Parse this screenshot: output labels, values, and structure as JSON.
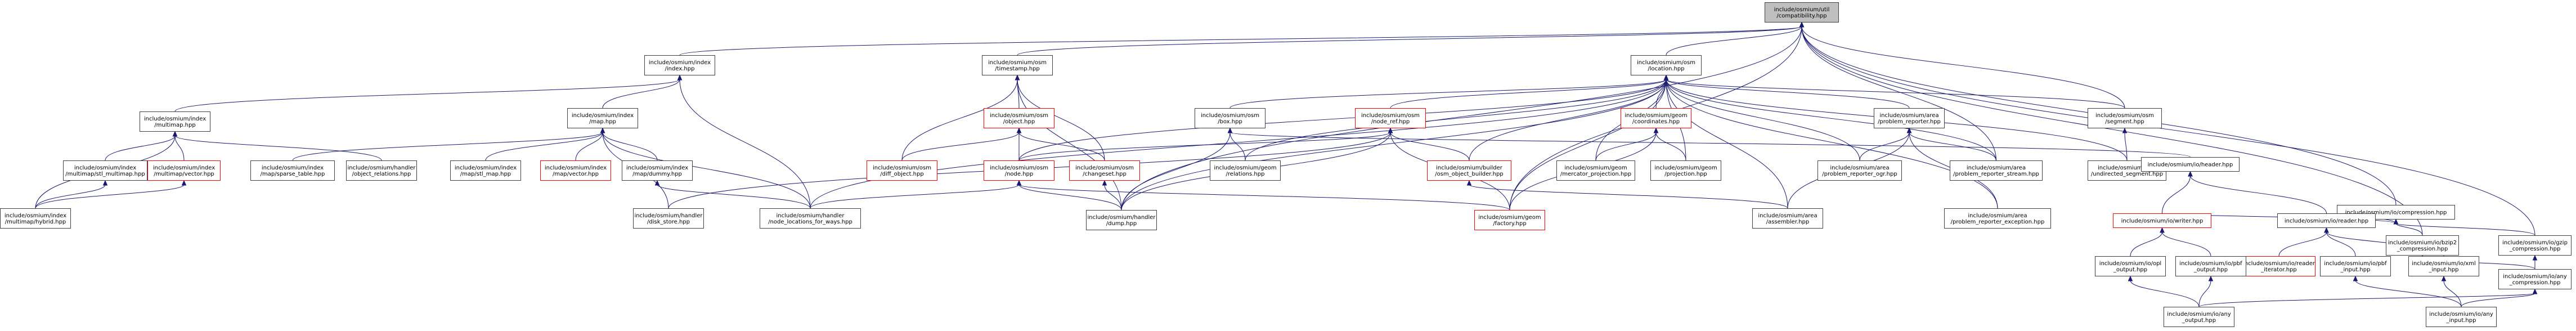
{
  "diagram": {
    "type": "include-dependency-graph",
    "nodes": [
      {
        "id": "compat",
        "lines": [
          "include/osmium/util",
          "/compatibility.hpp"
        ],
        "root": true
      },
      {
        "id": "index",
        "lines": [
          "include/osmium/index",
          "/index.hpp"
        ]
      },
      {
        "id": "timestamp",
        "lines": [
          "include/osmium/osm",
          "/timestamp.hpp"
        ]
      },
      {
        "id": "location",
        "lines": [
          "include/osmium/osm",
          "/location.hpp"
        ]
      },
      {
        "id": "multimap",
        "lines": [
          "include/osmium/index",
          "/multimap.hpp"
        ]
      },
      {
        "id": "map",
        "lines": [
          "include/osmium/index",
          "/map.hpp"
        ]
      },
      {
        "id": "object",
        "lines": [
          "include/osmium/osm",
          "/object.hpp"
        ],
        "red": true
      },
      {
        "id": "box",
        "lines": [
          "include/osmium/osm",
          "/box.hpp"
        ]
      },
      {
        "id": "node_ref",
        "lines": [
          "include/osmium/osm",
          "/node_ref.hpp"
        ],
        "red": true
      },
      {
        "id": "coordinates",
        "lines": [
          "include/osmium/geom",
          "/coordinates.hpp"
        ],
        "red": true
      },
      {
        "id": "problem_reporter",
        "lines": [
          "include/osmium/area",
          "/problem_reporter.hpp"
        ]
      },
      {
        "id": "segment",
        "lines": [
          "include/osmium/osm",
          "/segment.hpp"
        ]
      },
      {
        "id": "mm_stl",
        "lines": [
          "include/osmium/index",
          "/multimap/stl_multimap.hpp"
        ]
      },
      {
        "id": "mm_vector",
        "lines": [
          "include/osmium/index",
          "/multimap/vector.hpp"
        ],
        "red": true
      },
      {
        "id": "map_sparse",
        "lines": [
          "include/osmium/index",
          "/map/sparse_table.hpp"
        ]
      },
      {
        "id": "obj_rel",
        "lines": [
          "include/osmium/handler",
          "/object_relations.hpp"
        ]
      },
      {
        "id": "map_stl",
        "lines": [
          "include/osmium/index",
          "/map/stl_map.hpp"
        ]
      },
      {
        "id": "map_vector",
        "lines": [
          "include/osmium/index",
          "/map/vector.hpp"
        ],
        "red": true
      },
      {
        "id": "map_dummy",
        "lines": [
          "include/osmium/index",
          "/map/dummy.hpp"
        ]
      },
      {
        "id": "diff_object",
        "lines": [
          "include/osmium/osm",
          "/diff_object.hpp"
        ],
        "red": true
      },
      {
        "id": "node",
        "lines": [
          "include/osmium/osm",
          "/node.hpp"
        ],
        "red": true
      },
      {
        "id": "changeset",
        "lines": [
          "include/osmium/osm",
          "/changeset.hpp"
        ],
        "red": true
      },
      {
        "id": "relations",
        "lines": [
          "include/osmium/geom",
          "/relations.hpp"
        ]
      },
      {
        "id": "osm_obj_builder",
        "lines": [
          "include/osmium/builder",
          "/osm_object_builder.hpp"
        ],
        "red": true
      },
      {
        "id": "mercator",
        "lines": [
          "include/osmium/geom",
          "/mercator_projection.hpp"
        ]
      },
      {
        "id": "projection",
        "lines": [
          "include/osmium/geom",
          "/projection.hpp"
        ]
      },
      {
        "id": "pr_ogr",
        "lines": [
          "include/osmium/area",
          "/problem_reporter_ogr.hpp"
        ]
      },
      {
        "id": "pr_stream",
        "lines": [
          "include/osmium/area",
          "/problem_reporter_stream.hpp"
        ]
      },
      {
        "id": "undir_seg",
        "lines": [
          "include/osmium/osm",
          "/undirected_segment.hpp"
        ]
      },
      {
        "id": "io_header",
        "lines": [
          "include/osmium/io/header.hpp"
        ]
      },
      {
        "id": "io_compression",
        "lines": [
          "include/osmium/io/compression.hpp"
        ]
      },
      {
        "id": "mm_hybrid",
        "lines": [
          "include/osmium/index",
          "/multimap/hybrid.hpp"
        ]
      },
      {
        "id": "disk_store",
        "lines": [
          "include/osmium/handler",
          "/disk_store.hpp"
        ]
      },
      {
        "id": "nl_for_ways",
        "lines": [
          "include/osmium/handler",
          "/node_locations_for_ways.hpp"
        ]
      },
      {
        "id": "dump",
        "lines": [
          "include/osmium/handler",
          "/dump.hpp"
        ]
      },
      {
        "id": "factory",
        "lines": [
          "include/osmium/geom",
          "/factory.hpp"
        ],
        "red": true
      },
      {
        "id": "assembler",
        "lines": [
          "include/osmium/area",
          "/assembler.hpp"
        ]
      },
      {
        "id": "pr_exception",
        "lines": [
          "include/osmium/area",
          "/problem_reporter_exception.hpp"
        ]
      },
      {
        "id": "io_writer",
        "lines": [
          "include/osmium/io/writer.hpp"
        ],
        "red": true
      },
      {
        "id": "io_reader",
        "lines": [
          "include/osmium/io/reader.hpp"
        ]
      },
      {
        "id": "bzip2",
        "lines": [
          "include/osmium/io/bzip2",
          "_compression.hpp"
        ]
      },
      {
        "id": "gzip",
        "lines": [
          "include/osmium/io/gzip",
          "_compression.hpp"
        ]
      },
      {
        "id": "reader_iter",
        "lines": [
          "include/osmium/io/reader",
          "_iterator.hpp"
        ],
        "red": true
      },
      {
        "id": "opl_out",
        "lines": [
          "include/osmium/io/opl",
          "_output.hpp"
        ]
      },
      {
        "id": "pbf_out",
        "lines": [
          "include/osmium/io/pbf",
          "_output.hpp"
        ]
      },
      {
        "id": "pbf_in",
        "lines": [
          "include/osmium/io/pbf",
          "_input.hpp"
        ]
      },
      {
        "id": "xml_in",
        "lines": [
          "include/osmium/io/xml",
          "_input.hpp"
        ]
      },
      {
        "id": "any_comp",
        "lines": [
          "include/osmium/io/any",
          "_compression.hpp"
        ]
      },
      {
        "id": "any_out",
        "lines": [
          "include/osmium/io/any",
          "_output.hpp"
        ]
      },
      {
        "id": "any_in",
        "lines": [
          "include/osmium/io/any",
          "_input.hpp"
        ]
      }
    ],
    "edges": [
      [
        "index",
        "compat"
      ],
      [
        "timestamp",
        "compat"
      ],
      [
        "location",
        "compat"
      ],
      [
        "segment",
        "compat"
      ],
      [
        "io_compression",
        "compat"
      ],
      [
        "bzip2",
        "compat"
      ],
      [
        "gzip",
        "compat"
      ],
      [
        "factory",
        "compat"
      ],
      [
        "dump",
        "compat"
      ],
      [
        "pr_stream",
        "compat"
      ],
      [
        "multimap",
        "index"
      ],
      [
        "map",
        "index"
      ],
      [
        "nl_for_ways",
        "index"
      ],
      [
        "object",
        "timestamp"
      ],
      [
        "changeset",
        "timestamp"
      ],
      [
        "diff_object",
        "timestamp"
      ],
      [
        "dump",
        "timestamp"
      ],
      [
        "box",
        "location"
      ],
      [
        "node_ref",
        "location"
      ],
      [
        "coordinates",
        "location"
      ],
      [
        "problem_reporter",
        "location"
      ],
      [
        "segment",
        "location"
      ],
      [
        "mercator",
        "location"
      ],
      [
        "projection",
        "location"
      ],
      [
        "factory",
        "location"
      ],
      [
        "assembler",
        "location"
      ],
      [
        "pr_ogr",
        "location"
      ],
      [
        "pr_exception",
        "location"
      ],
      [
        "undir_seg",
        "location"
      ],
      [
        "relations",
        "location"
      ],
      [
        "osm_obj_builder",
        "location"
      ],
      [
        "dump",
        "location"
      ],
      [
        "node",
        "location"
      ],
      [
        "nl_for_ways",
        "location"
      ],
      [
        "pr_stream",
        "location"
      ],
      [
        "mm_stl",
        "multimap"
      ],
      [
        "mm_vector",
        "multimap"
      ],
      [
        "obj_rel",
        "multimap"
      ],
      [
        "mm_hybrid",
        "multimap"
      ],
      [
        "map_sparse",
        "map"
      ],
      [
        "map_stl",
        "map"
      ],
      [
        "map_vector",
        "map"
      ],
      [
        "map_dummy",
        "map"
      ],
      [
        "disk_store",
        "map"
      ],
      [
        "nl_for_ways",
        "map"
      ],
      [
        "diff_object",
        "object"
      ],
      [
        "node",
        "object"
      ],
      [
        "changeset",
        "object"
      ],
      [
        "io_header",
        "box"
      ],
      [
        "relations",
        "box"
      ],
      [
        "dump",
        "box"
      ],
      [
        "node",
        "node_ref"
      ],
      [
        "disk_store",
        "node_ref"
      ],
      [
        "osm_obj_builder",
        "node_ref"
      ],
      [
        "factory",
        "node_ref"
      ],
      [
        "dump",
        "node_ref"
      ],
      [
        "mercator",
        "coordinates"
      ],
      [
        "projection",
        "coordinates"
      ],
      [
        "factory",
        "coordinates"
      ],
      [
        "pr_ogr",
        "problem_reporter"
      ],
      [
        "pr_stream",
        "problem_reporter"
      ],
      [
        "pr_exception",
        "problem_reporter"
      ],
      [
        "assembler",
        "problem_reporter"
      ],
      [
        "undir_seg",
        "segment"
      ],
      [
        "io_writer",
        "io_header"
      ],
      [
        "io_reader",
        "io_header"
      ],
      [
        "io_writer",
        "io_compression"
      ],
      [
        "io_reader",
        "io_compression"
      ],
      [
        "bzip2",
        "io_compression"
      ],
      [
        "gzip",
        "io_compression"
      ],
      [
        "mm_hybrid",
        "mm_stl"
      ],
      [
        "mm_hybrid",
        "mm_vector"
      ],
      [
        "nl_for_ways",
        "map_dummy"
      ],
      [
        "nl_for_ways",
        "node"
      ],
      [
        "dump",
        "node"
      ],
      [
        "dump",
        "changeset"
      ],
      [
        "factory",
        "node"
      ],
      [
        "assembler",
        "osm_obj_builder"
      ],
      [
        "opl_out",
        "io_writer"
      ],
      [
        "pbf_out",
        "io_writer"
      ],
      [
        "reader_iter",
        "io_reader"
      ],
      [
        "pbf_in",
        "io_reader"
      ],
      [
        "xml_in",
        "io_reader"
      ],
      [
        "any_comp",
        "bzip2"
      ],
      [
        "any_comp",
        "gzip"
      ],
      [
        "any_out",
        "opl_out"
      ],
      [
        "any_out",
        "pbf_out"
      ],
      [
        "any_out",
        "any_comp"
      ],
      [
        "any_in",
        "pbf_in"
      ],
      [
        "any_in",
        "xml_in"
      ],
      [
        "any_in",
        "any_comp"
      ]
    ]
  }
}
